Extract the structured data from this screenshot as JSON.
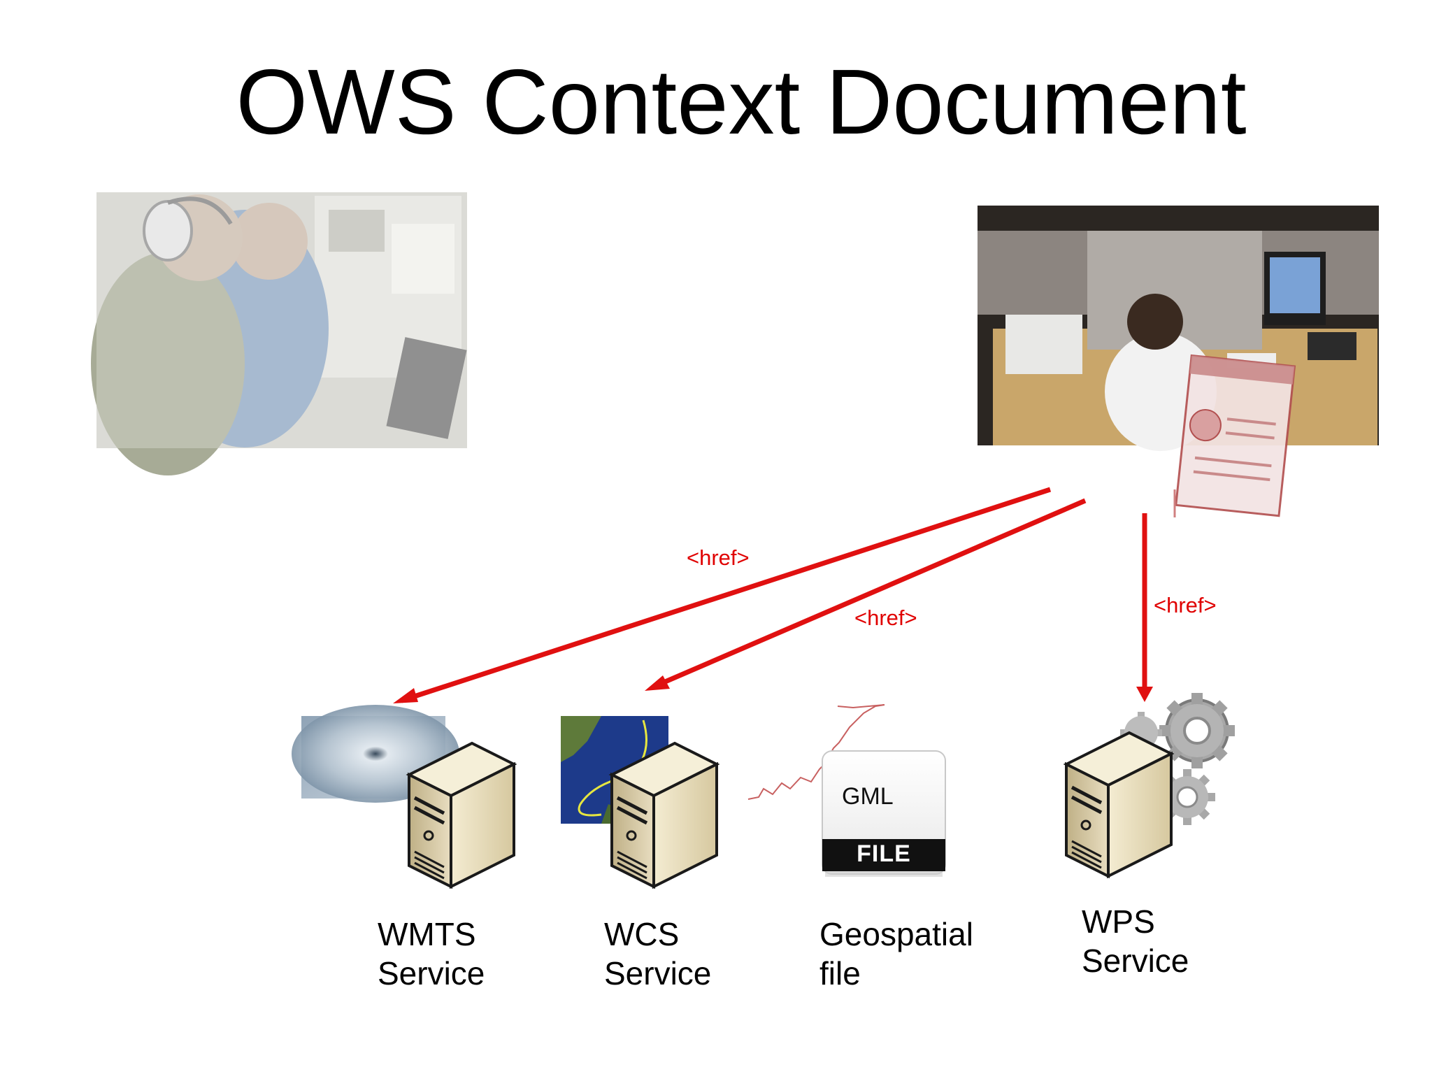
{
  "title": "OWS Context Document",
  "colors": {
    "arrow": "#e01010",
    "server_body": "#e7dcbc",
    "server_dark": "#1a1a1a",
    "gml_file_band": "#111111"
  },
  "photos": {
    "left": "photo-two-men-in-cockpit",
    "right": "photo-operator-at-desk"
  },
  "links": {
    "href_1": "<href>",
    "href_2": "<href>",
    "href_3": "<href>"
  },
  "items": {
    "wmts": {
      "line1": "WMTS",
      "line2": "Service",
      "icon": "server-icon"
    },
    "wcs": {
      "line1": "WCS",
      "line2": "Service",
      "icon": "server-icon"
    },
    "geo": {
      "line1": "Geospatial",
      "line2": "file",
      "file_type": "GML",
      "file_band": "FILE",
      "icon": "file-icon"
    },
    "wps": {
      "line1": "WPS",
      "line2": "Service",
      "icon": "server-icon"
    }
  }
}
